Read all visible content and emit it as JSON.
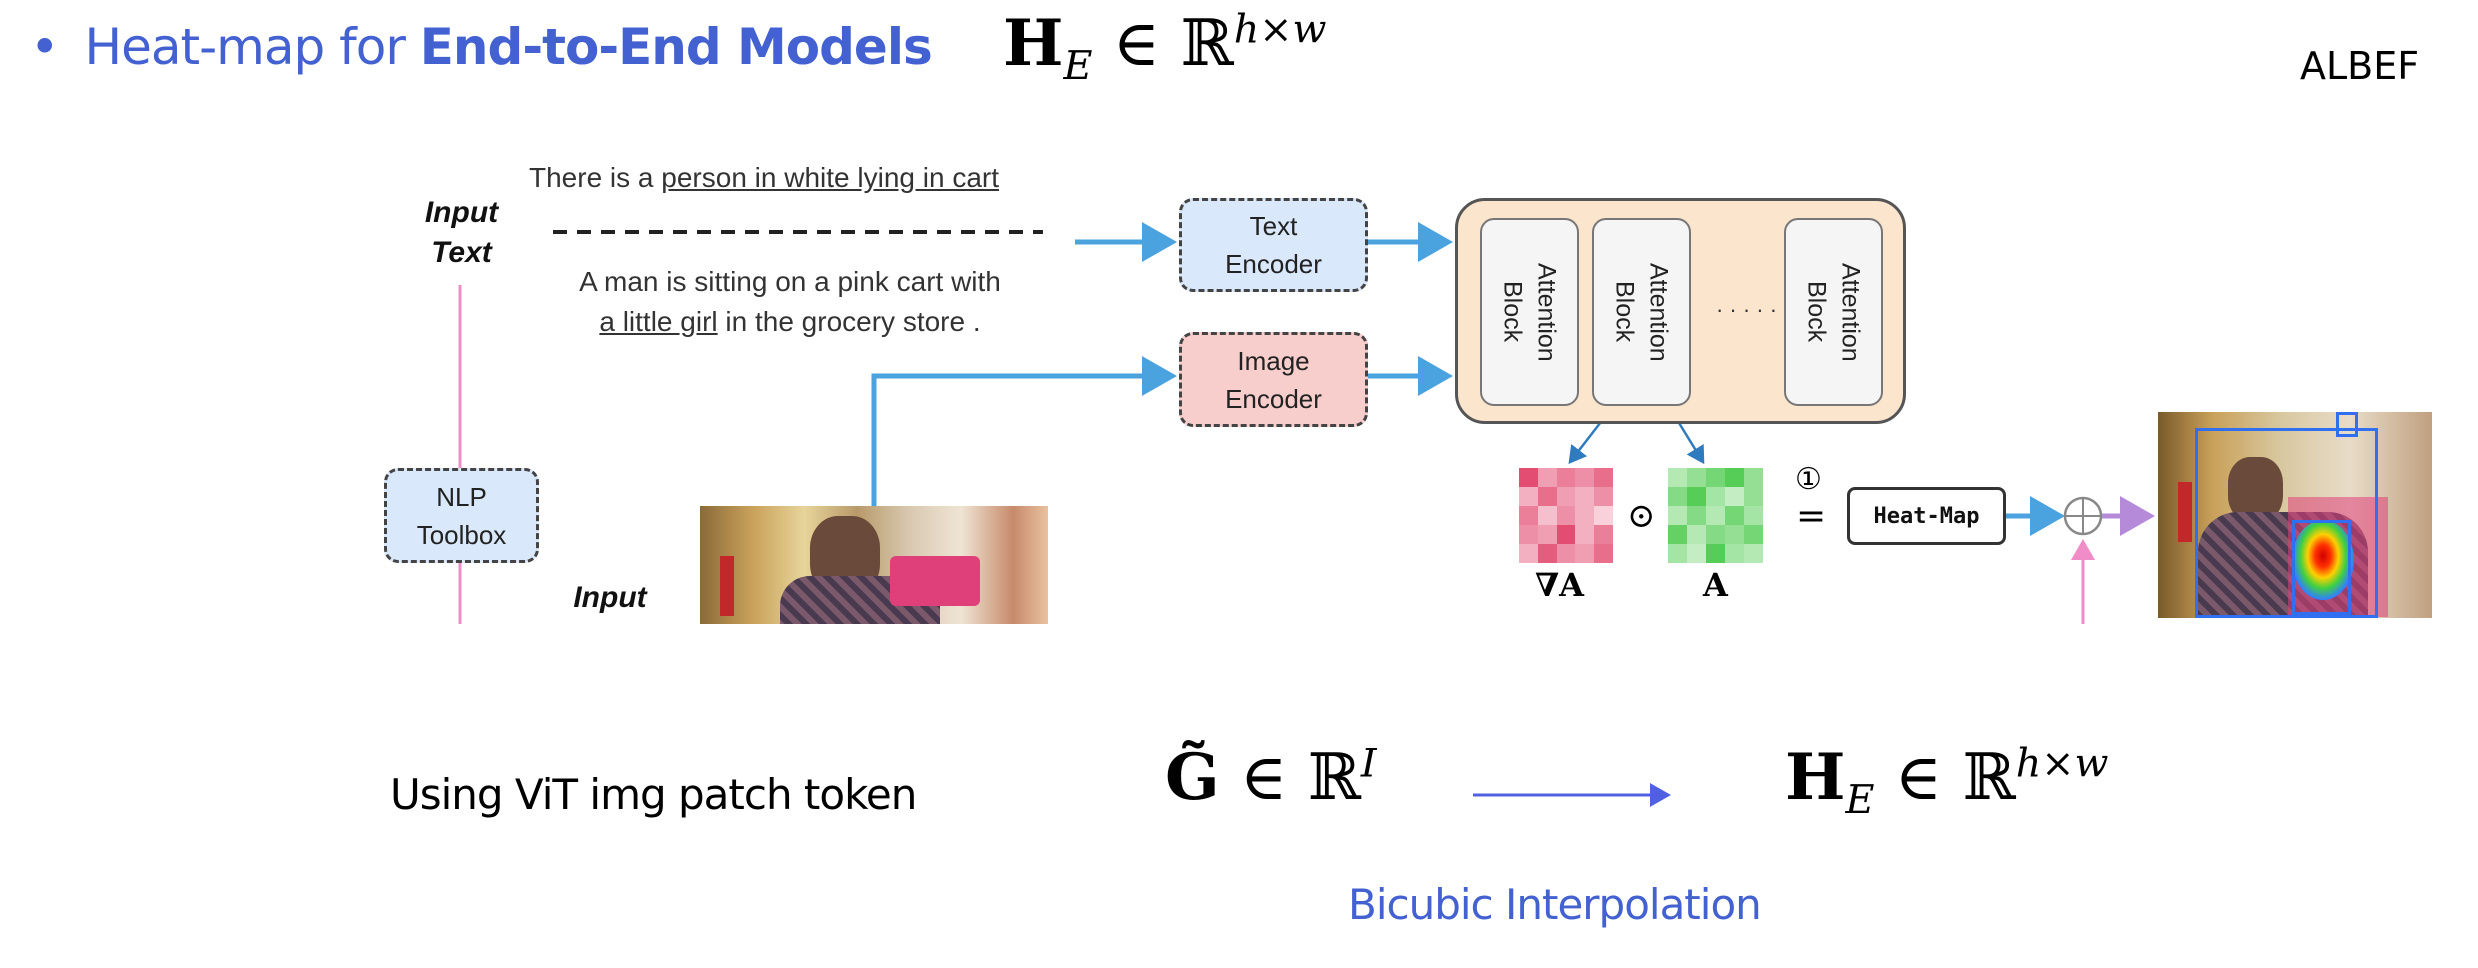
{
  "header": {
    "bullet": "•",
    "title_prefix": "Heat-map for ",
    "title_bold": "End-to-End Models",
    "math": {
      "symbol": "H",
      "sub": "E",
      "in": "∈",
      "set": "ℝ",
      "sup": "h×w"
    },
    "tag": "ALBEF",
    "accent_color": "#4361d0"
  },
  "diagram": {
    "input_text_label": [
      "Input",
      "Text"
    ],
    "sentence1_plain": "There is a ",
    "sentence1_underlined": "person in white lying in cart",
    "sentence2_line1": "A man is sitting on a pink cart with",
    "sentence2_underlined": "a little girl",
    "sentence2_rest": " in the grocery store .",
    "nlp_toolbox": [
      "NLP",
      "Toolbox"
    ],
    "input_image_label": "Input",
    "text_encoder": [
      "Text",
      "Encoder"
    ],
    "image_encoder": [
      "Image",
      "Encoder"
    ],
    "attention_blocks": [
      {
        "line1": "Attention",
        "line2": "Block"
      },
      {
        "line1": "Attention",
        "line2": "Block"
      },
      {
        "line1": "Attention",
        "line2": "Block"
      }
    ],
    "ellipsis": "· · · · ·",
    "grad_label": "∇A",
    "attn_label": "A",
    "odot": "⊙",
    "step_marker": "①",
    "equals": "=",
    "heatmap_label": "Heat-Map",
    "oplus": "⊕",
    "grad_grid": [
      [
        0.9,
        0.4,
        0.6,
        0.5,
        0.7
      ],
      [
        0.3,
        0.7,
        0.4,
        0.3,
        0.5
      ],
      [
        0.6,
        0.2,
        0.5,
        0.3,
        0.1
      ],
      [
        0.5,
        0.4,
        0.9,
        0.3,
        0.6
      ],
      [
        0.3,
        0.8,
        0.5,
        0.4,
        0.7
      ]
    ],
    "attn_grid": [
      [
        0.3,
        0.5,
        0.7,
        0.9,
        0.5
      ],
      [
        0.6,
        0.9,
        0.4,
        0.2,
        0.5
      ],
      [
        0.3,
        0.6,
        0.3,
        0.7,
        0.4
      ],
      [
        0.8,
        0.3,
        0.6,
        0.5,
        0.7
      ],
      [
        0.4,
        0.2,
        0.9,
        0.4,
        0.3
      ]
    ],
    "colors": {
      "text_encoder": "#dae8fc",
      "image_encoder": "#f8cecc",
      "fusion": "#fce5cd",
      "arrow_blue": "#4aa3df",
      "arrow_pink": "#f08cc8",
      "bbox_blue": "#2f6ff0"
    }
  },
  "bottom": {
    "caption": "Using ViT img patch token",
    "math_left": {
      "symbol": "G̃",
      "in": "∈",
      "set": "ℝ",
      "sup": "I"
    },
    "math_right": {
      "symbol": "H",
      "sub": "E",
      "in": "∈",
      "set": "ℝ",
      "sup": "h×w"
    },
    "arrow_caption": "Bicubic Interpolation"
  }
}
